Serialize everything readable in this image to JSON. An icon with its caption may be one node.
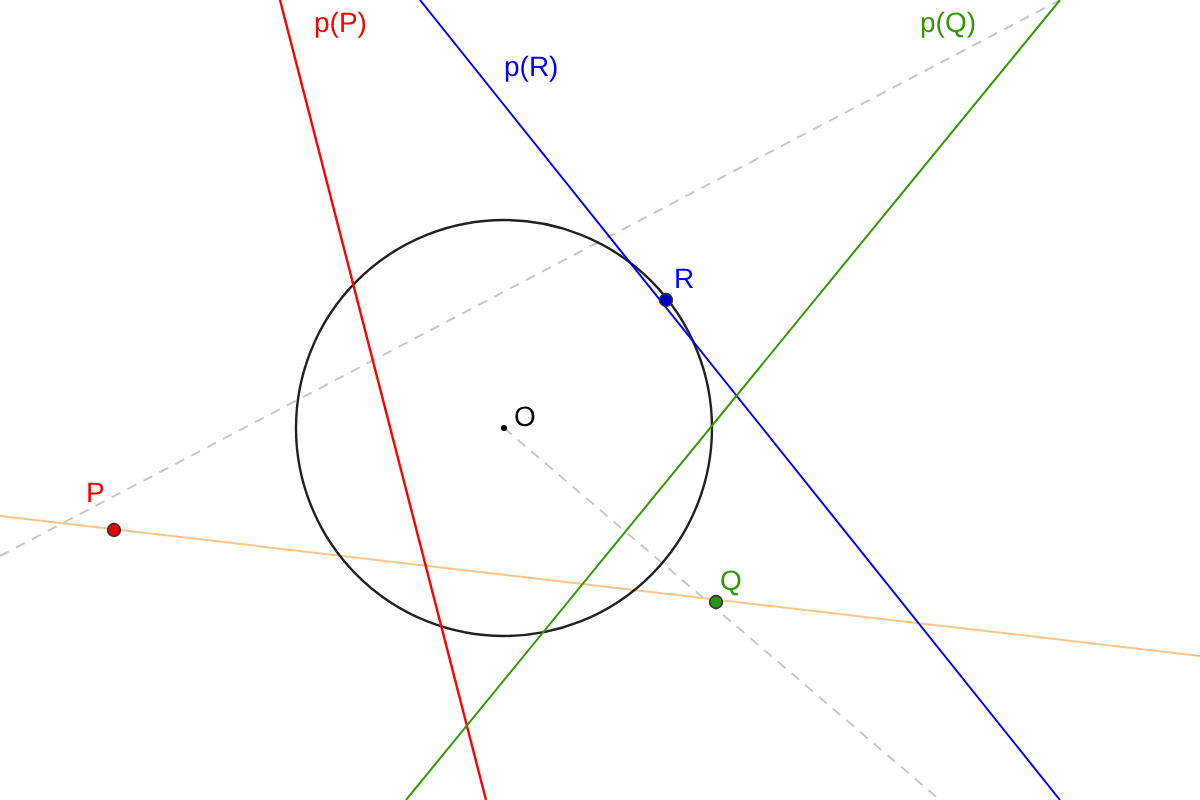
{
  "diagram": {
    "labels": [
      "p(P)",
      "p(Q)",
      "p(R)",
      "R",
      "O",
      "P",
      "Q"
    ]
  }
}
